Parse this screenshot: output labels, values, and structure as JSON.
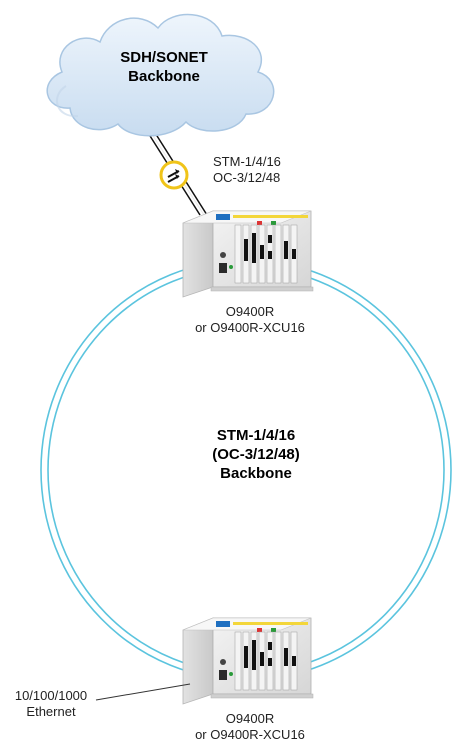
{
  "cloud": {
    "line1": "SDH/SONET",
    "line2": "Backbone"
  },
  "uplink": {
    "line1": "STM-1/4/16",
    "line2": "OC-3/12/48"
  },
  "ring": {
    "line1": "STM-1/4/16",
    "line2": "(OC-3/12/48)",
    "line3": "Backbone",
    "color": "#5bc4de"
  },
  "top_node": {
    "line1": "O9400R",
    "line2": "or O9400R-XCU16"
  },
  "bottom_node": {
    "line1": "O9400R",
    "line2": "or O9400R-XCU16"
  },
  "ethernet": {
    "line1": "10/100/1000",
    "line2": "Ethernet"
  },
  "colors": {
    "cloud_fill": "#dbeaf7",
    "cloud_stroke": "#a9c6e2",
    "connector_ring": "#f0c419",
    "chassis": "#e6e6e6"
  },
  "icons": {
    "cloud": "cloud-icon",
    "connector": "optical-connector-icon",
    "device": "chassis-icon"
  }
}
